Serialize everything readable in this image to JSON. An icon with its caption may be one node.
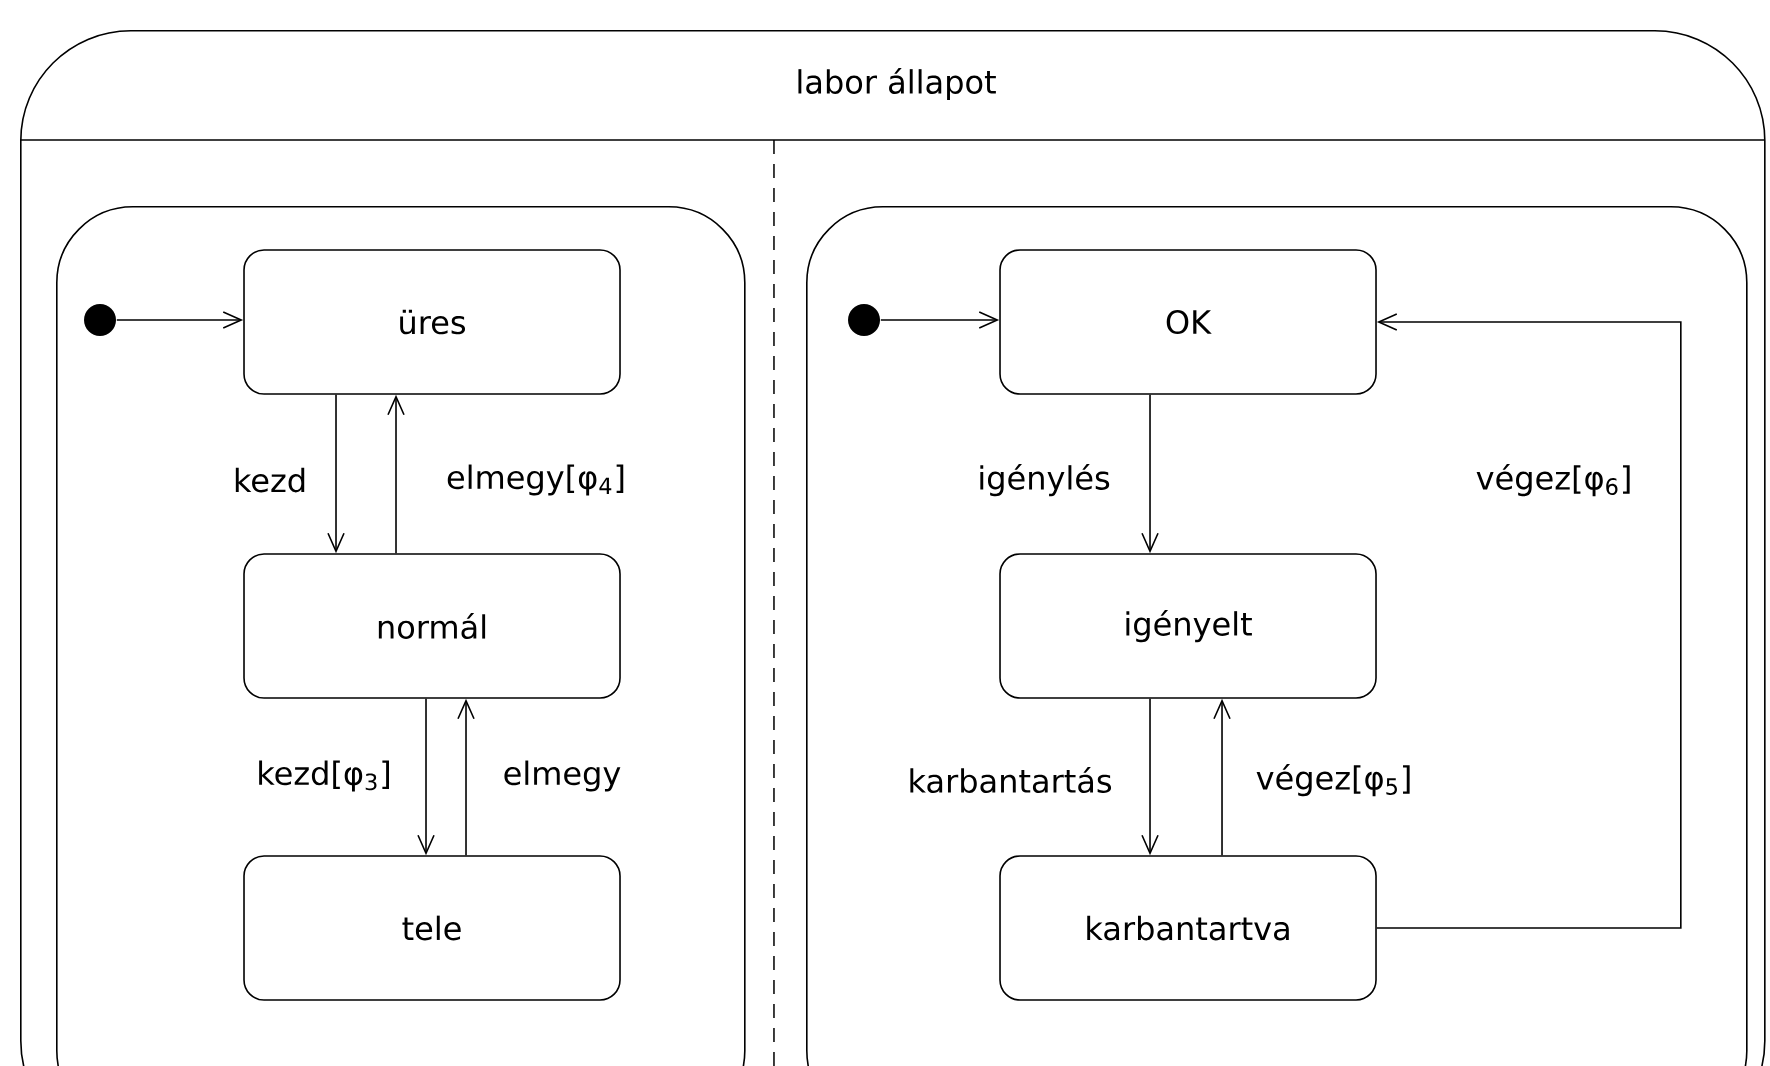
{
  "diagram": {
    "nodes": [
      {
        "text": [
          "labor állapot"
        ]
      },
      {
        "text": [],
        "shape": "box",
        "in": 0
      },
      {
        "text": [],
        "shape": "box",
        "in": 0
      },
      {
        "text": [],
        "shape": "circle",
        "in": 1
      },
      {
        "text": [
          "üres"
        ],
        "in": 1
      },
      {
        "text": [
          "normál"
        ],
        "in": 1
      },
      {
        "text": [
          "tele"
        ],
        "in": 1
      },
      {
        "text": [],
        "shape": "circle",
        "in": 2
      },
      {
        "text": [
          "OK"
        ],
        "in": 2
      },
      {
        "text": [
          "igényelt"
        ],
        "in": 2
      },
      {
        "text": [
          "karbantartva"
        ],
        "in": 2
      }
    ],
    "edges": [
      {
        "from": 3,
        "to": 4,
        "arrow": "to"
      },
      {
        "from": 4,
        "to": 5,
        "arrow": "to",
        "label": "kezd"
      },
      {
        "from": 5,
        "to": 4,
        "arrow": "to",
        "label": "elmegy[φ$_{4}$]"
      },
      {
        "from": 5,
        "to": 6,
        "arrow": "to",
        "label": "kezd[φ$_{3}$]"
      },
      {
        "from": 6,
        "to": 5,
        "arrow": "to",
        "label": "elmegy"
      },
      {
        "from": 7,
        "to": 8,
        "arrow": "to"
      },
      {
        "from": 8,
        "to": 9,
        "arrow": "to",
        "label": "igénylés"
      },
      {
        "from": 9,
        "to": 10,
        "arrow": "to",
        "label": "karbantartás"
      },
      {
        "from": 10,
        "to": 9,
        "arrow": "to",
        "label": "végez[φ$_{5}$]"
      },
      {
        "from": 10,
        "to": 8,
        "arrow": "to",
        "label": "végez[φ$_{6}$]"
      }
    ]
  }
}
